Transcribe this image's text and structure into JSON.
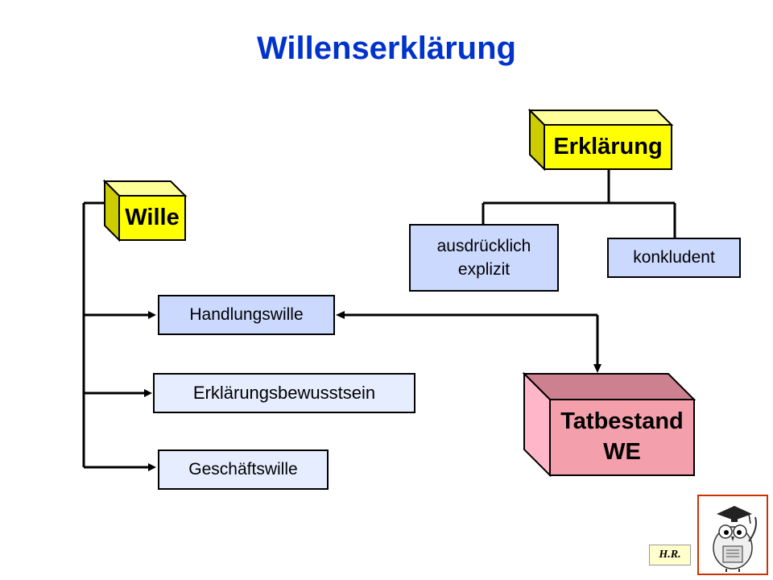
{
  "title": "Willenserklärung",
  "nodes": {
    "erklaerung": "Erklärung",
    "wille": "Wille",
    "ausdruecklich_line1": "ausdrücklich",
    "ausdruecklich_line2": "explizit",
    "konkludent": "konkludent",
    "handlungswille": "Handlungswille",
    "erklaerungsbewusstsein": "Erklärungsbewusstsein",
    "geschaeftswille": "Geschäftswille",
    "tatbestand_line1": "Tatbestand",
    "tatbestand_line2": "WE"
  },
  "signature": "H.R.",
  "colors": {
    "title": "#0033cc",
    "yellow_box": "#ffff00",
    "pink_box": "#f4a0ac",
    "blue_box": "#ccd9ff",
    "light_box": "#e6edff",
    "owl_border": "#cc3300"
  },
  "icons": [
    "owl-professor-icon"
  ]
}
